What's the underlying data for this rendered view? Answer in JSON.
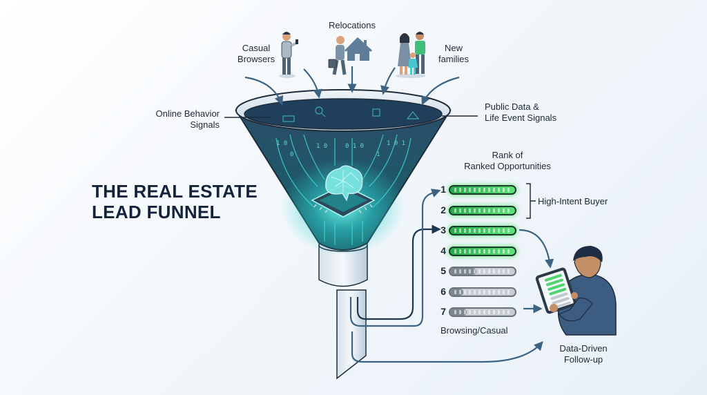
{
  "title": {
    "line1": "THE REAL ESTATE",
    "line2": "LEAD FUNNEL"
  },
  "sources": {
    "casual": {
      "line1": "Casual",
      "line2": "Browsers"
    },
    "relocations": "Relocations",
    "families": {
      "line1": "New",
      "line2": "families"
    }
  },
  "signals": {
    "online": {
      "line1": "Online Behavior",
      "line2": "Signals"
    },
    "public": {
      "line1": "Public Data &",
      "line2": "Life Event Signals"
    }
  },
  "ranking": {
    "heading": {
      "line1": "Rank of",
      "line2": "Ranked Opportunities"
    },
    "high_intent_label": "High-Intent Buyer",
    "browsing_label": "Browsing/Casual",
    "items": [
      {
        "rank": "1",
        "level": 1.0,
        "status": "hot"
      },
      {
        "rank": "2",
        "level": 1.0,
        "status": "hot"
      },
      {
        "rank": "3",
        "level": 1.0,
        "status": "hot"
      },
      {
        "rank": "4",
        "level": 1.0,
        "status": "hot"
      },
      {
        "rank": "5",
        "level": 0.4,
        "status": "cold"
      },
      {
        "rank": "6",
        "level": 0.2,
        "status": "cold"
      },
      {
        "rank": "7",
        "level": 0.25,
        "status": "cold"
      }
    ]
  },
  "followup": {
    "line1": "Data-Driven",
    "line2": "Follow-up"
  },
  "colors": {
    "accent": "#2fd3d0",
    "funnel_dark": "#1d3b55",
    "arrow": "#3c6382",
    "hot": "#2fbf55",
    "cold": "#8a939b",
    "title": "#14233b"
  },
  "icons": [
    "person-phone-icon",
    "person-suitcase-icon",
    "house-icon",
    "family-icon",
    "brain-chip-icon",
    "search-icon",
    "salesman-tablet-icon"
  ]
}
